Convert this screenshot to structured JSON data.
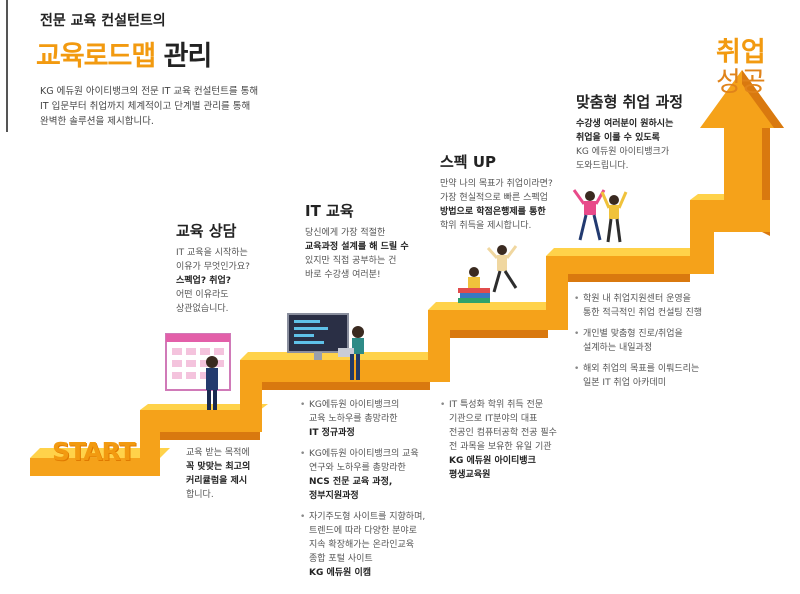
{
  "header": {
    "subtitle": "전문 교육 컨설턴트의",
    "title_highlight": "교육로드맵",
    "title_rest": "관리",
    "intro": [
      "KG 에듀원 아이티뱅크의 전문 IT 교육 컨설턴트를 통해",
      "IT 입문부터 취업까지 체계적이고 단계별 관리를 통해",
      "완벽한 솔루션을 제시합니다."
    ]
  },
  "goal": {
    "line1": "취업",
    "line2": "성공"
  },
  "start_label": "START",
  "steps": [
    {
      "title": "교육 상담",
      "lines": [
        "IT 교육을 시작하는",
        "이유가 무엇인가요?",
        "스펙업? 취업?",
        "어떤 이유라도",
        "상관없습니다."
      ]
    },
    {
      "title": "IT 교육",
      "lines": [
        "당신에게 가장 적절한",
        "교육과정 설계를 해 드릴 수",
        "있지만 직접 공부하는 건",
        "바로 수강생 여러분!"
      ]
    },
    {
      "title": "스펙 UP",
      "lines": [
        "만약 나의 목표가 취업이라면?",
        "가장 현실적으로 빠른 스펙업",
        "방법으로 학점은행제를 통한",
        "학위 취득을 제시합니다."
      ]
    },
    {
      "title": "맞춤형 취업 과정",
      "lines": [
        "수강생 여러분이 원하시는",
        "취업을 이룰 수 있도록",
        "KG 에듀원 아이티뱅크가",
        "도와드립니다."
      ]
    }
  ],
  "bottom": {
    "consult": [
      "교육 받는 목적에",
      "꼭 맞맞는 최고의",
      "커리큘럼을 제시",
      "합니다."
    ],
    "education": [
      {
        "lines": [
          "KG에듀원 아이티뱅크의",
          "교육 노하우를 총망라한"
        ],
        "strong": [
          "IT 정규과정"
        ]
      },
      {
        "lines": [
          "KG에듀원 아이티뱅크의 교육",
          "연구와 노하우를 총망라한"
        ],
        "strong": [
          "NCS 전문 교육 과정,",
          "정부지원과정"
        ]
      },
      {
        "lines": [
          "자기주도형 사이트를 지향하며,",
          "트렌드에 따라 다양한 분야로",
          "지속 확장해가는 온라인교육",
          "종합 포털 사이트"
        ],
        "strong": [
          "KG 에듀원 이캠"
        ]
      }
    ],
    "spec": [
      {
        "lines": [
          "IT 특성화 학위 취득 전문",
          "기관으로 IT분야의 대표",
          "전공인 컴퓨터공학 전공 필수",
          "전 과목을 보유한 유일 기관"
        ],
        "strong": [
          "KG 에듀원 아이티뱅크",
          "평생교육원"
        ]
      }
    ],
    "job": [
      {
        "lines": [
          "학원 내 취업지원센터 운영을",
          "통한 적극적인 취업 컨설팅 진행"
        ]
      },
      {
        "lines": [
          "개인별 맞춤형 진로/취업을",
          "설계하는 내일과정"
        ]
      },
      {
        "lines": [
          "해외 취업의 목표를 이뤄드리는",
          "일본 IT 취업 아카데미"
        ]
      }
    ]
  },
  "colors": {
    "accent": "#f29a10",
    "stair_top": "#ffd24a",
    "stair_front": "#f5a21a",
    "stair_side": "#d9790f"
  }
}
